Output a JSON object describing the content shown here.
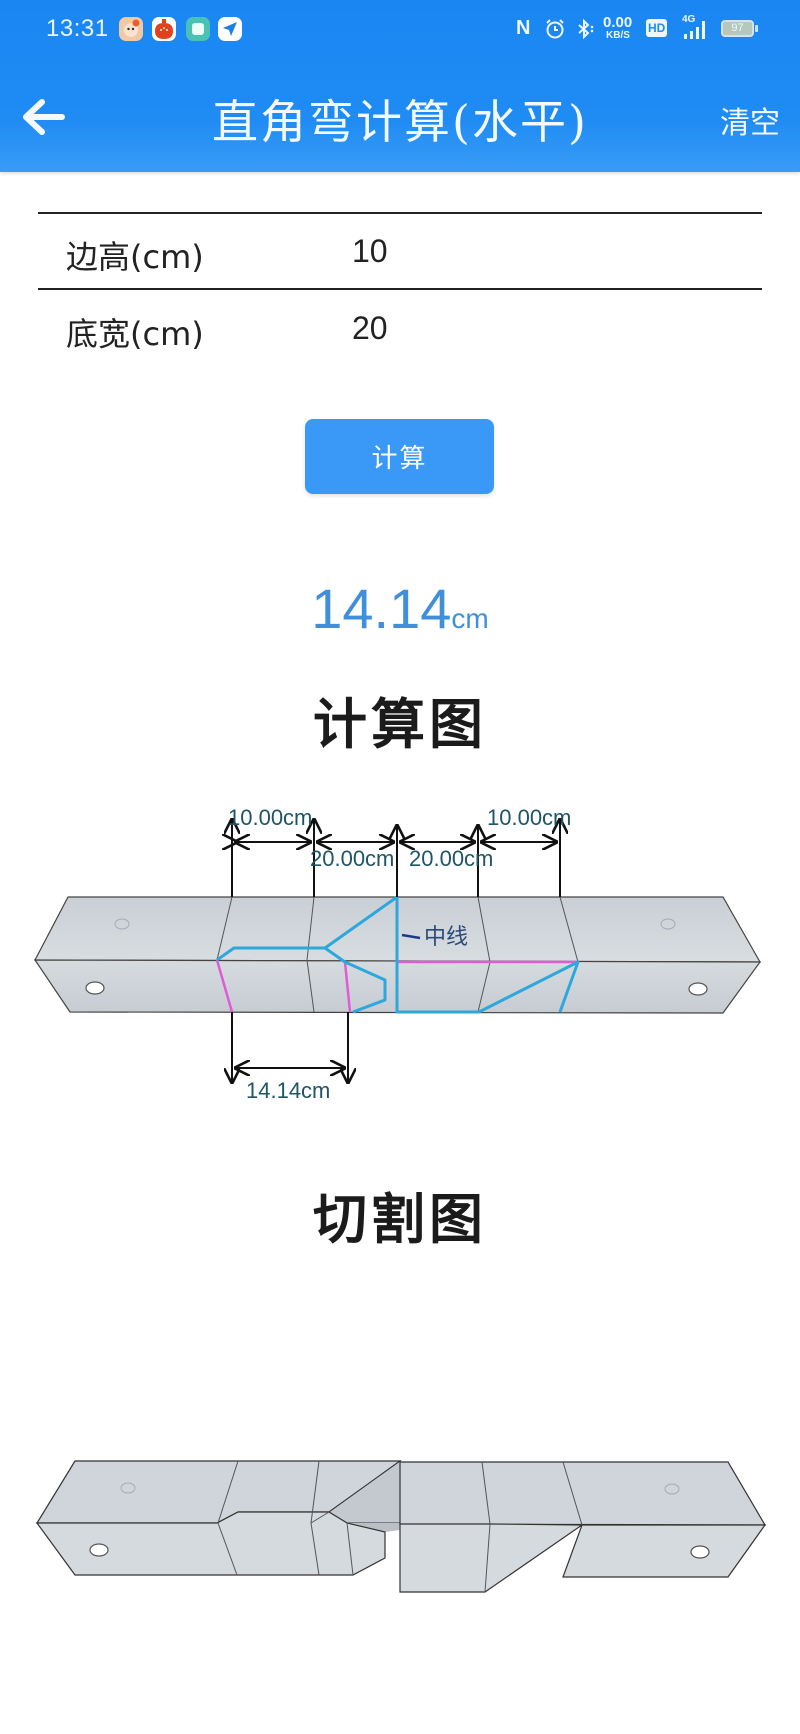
{
  "status_bar": {
    "time": "13:31",
    "app_icons": [
      "app-icon-1",
      "app-icon-2",
      "app-icon-3",
      "app-icon-4"
    ],
    "nfc": "N",
    "net_speed_value": "0.00",
    "net_speed_unit": "KB/S",
    "hd_label": "HD",
    "network_type": "4G",
    "battery": "97"
  },
  "header": {
    "title": "直角弯计算(水平)",
    "back_icon": "arrow-left-icon",
    "clear_label": "清空",
    "background_color": "#1f8cf4"
  },
  "form": {
    "fields": [
      {
        "label": "边高(cm)",
        "value": "10"
      },
      {
        "label": "底宽(cm)",
        "value": "20"
      }
    ],
    "calculate_label": "计算",
    "button_color": "#3a99f7"
  },
  "result": {
    "value": "14.14",
    "unit": "cm",
    "color": "#3f8fdb"
  },
  "calc_diagram": {
    "heading": "计算图",
    "dim_top_left": "10.00cm",
    "dim_top_right": "10.00cm",
    "dim_mid_left": "20.00cm",
    "dim_mid_right": "20.00cm",
    "center_label": "中线",
    "dim_bottom": "14.14cm",
    "cut_line_color": "#2ea8dc",
    "fold_line_color": "#e05bd6"
  },
  "cut_diagram": {
    "heading": "切割图"
  }
}
